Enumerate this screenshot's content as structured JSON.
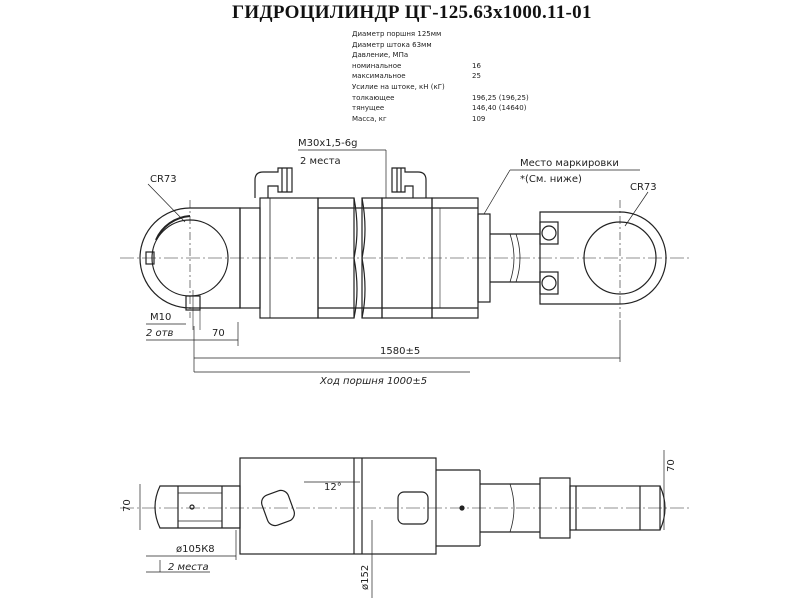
{
  "title": "ГИДРОЦИЛИНДР ЦГ-125.63х1000.11-01",
  "specs": [
    {
      "label": "Диаметр поршня 125мм",
      "value": ""
    },
    {
      "label": "Диаметр штока 63мм",
      "value": ""
    },
    {
      "label": "Давление, МПа",
      "value": ""
    },
    {
      "label": "номинальное",
      "value": "16"
    },
    {
      "label": "максимальное",
      "value": "25"
    },
    {
      "label": "Усилие на штоке, кН (кГ)",
      "value": ""
    },
    {
      "label": "толкающее",
      "value": "196,25 (196,25)"
    },
    {
      "label": "тянущее",
      "value": "146,40 (14640)"
    },
    {
      "label": "Масса, кг",
      "value": "109"
    }
  ],
  "labels": {
    "cr_left": "CR73",
    "cr_right": "CR73",
    "thread": "M30x1,5-6g",
    "thread_count": "2 места",
    "marking_place": "Место маркировки",
    "marking_note": "*(См. ниже)",
    "m10": "M10",
    "m10_count": "2 отв",
    "dim_70_top": "70",
    "dim_1580": "1580±5",
    "stroke": "Ход поршня  1000±5",
    "dim_70_left": "70",
    "dim_70_right": "70",
    "dia_105": "ø105К8",
    "dia_105_count": "2 места",
    "angle": "12°",
    "dia_152": "ø152"
  }
}
